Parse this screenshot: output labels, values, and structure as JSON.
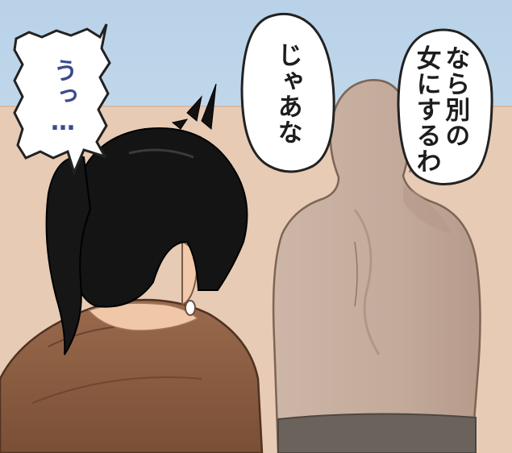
{
  "comic_panel": {
    "colors": {
      "sky": "#c9dcec",
      "wall": "#e6c9b2",
      "hood_brown": "#8a5b3f",
      "hair_black": "#141414",
      "bald_man_skin": "#c7afa0",
      "pants_gray": "#6b625c",
      "speech_text_dark": "#1d1d1d",
      "speech_text_blue": "#3a4a8c"
    },
    "bubbles": {
      "man_right": {
        "lines": [
          "なら別の",
          "女にするわ"
        ]
      },
      "man_left": {
        "lines": [
          "じゃあな"
        ]
      },
      "girl": {
        "lines": [
          "うっ…"
        ]
      }
    },
    "effects": {
      "sweat_drop": "sweat-drop-icon",
      "stress_mark": "stress-lines-icon"
    }
  }
}
